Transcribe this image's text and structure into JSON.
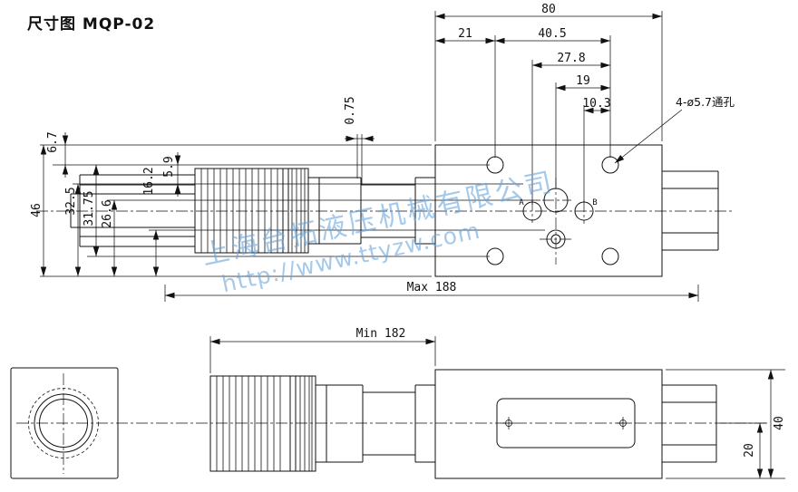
{
  "title": "尺寸图 MQP-02",
  "watermark": {
    "company": "上海台拓液压机械有限公司",
    "url": "http://www.ttyzw.com"
  },
  "top_view": {
    "dim_80": "80",
    "dim_21": "21",
    "dim_40_5": "40.5",
    "dim_27_8": "27.8",
    "dim_19": "19",
    "dim_10_3": "10.3",
    "holes_note": "4-ø5.7通孔",
    "dim_0_75": "0.75",
    "dim_6_7": "6.7",
    "dim_5_9": "5.9",
    "dim_46": "46",
    "dim_32_5": "32.5",
    "dim_31_75": "31.75",
    "dim_26_6": "26.6",
    "dim_16_2": "16.2",
    "port_a": "A",
    "port_b": "B"
  },
  "side_view": {
    "dim_max": "Max 188",
    "dim_min": "Min 182",
    "dim_40": "40",
    "dim_20": "20"
  }
}
